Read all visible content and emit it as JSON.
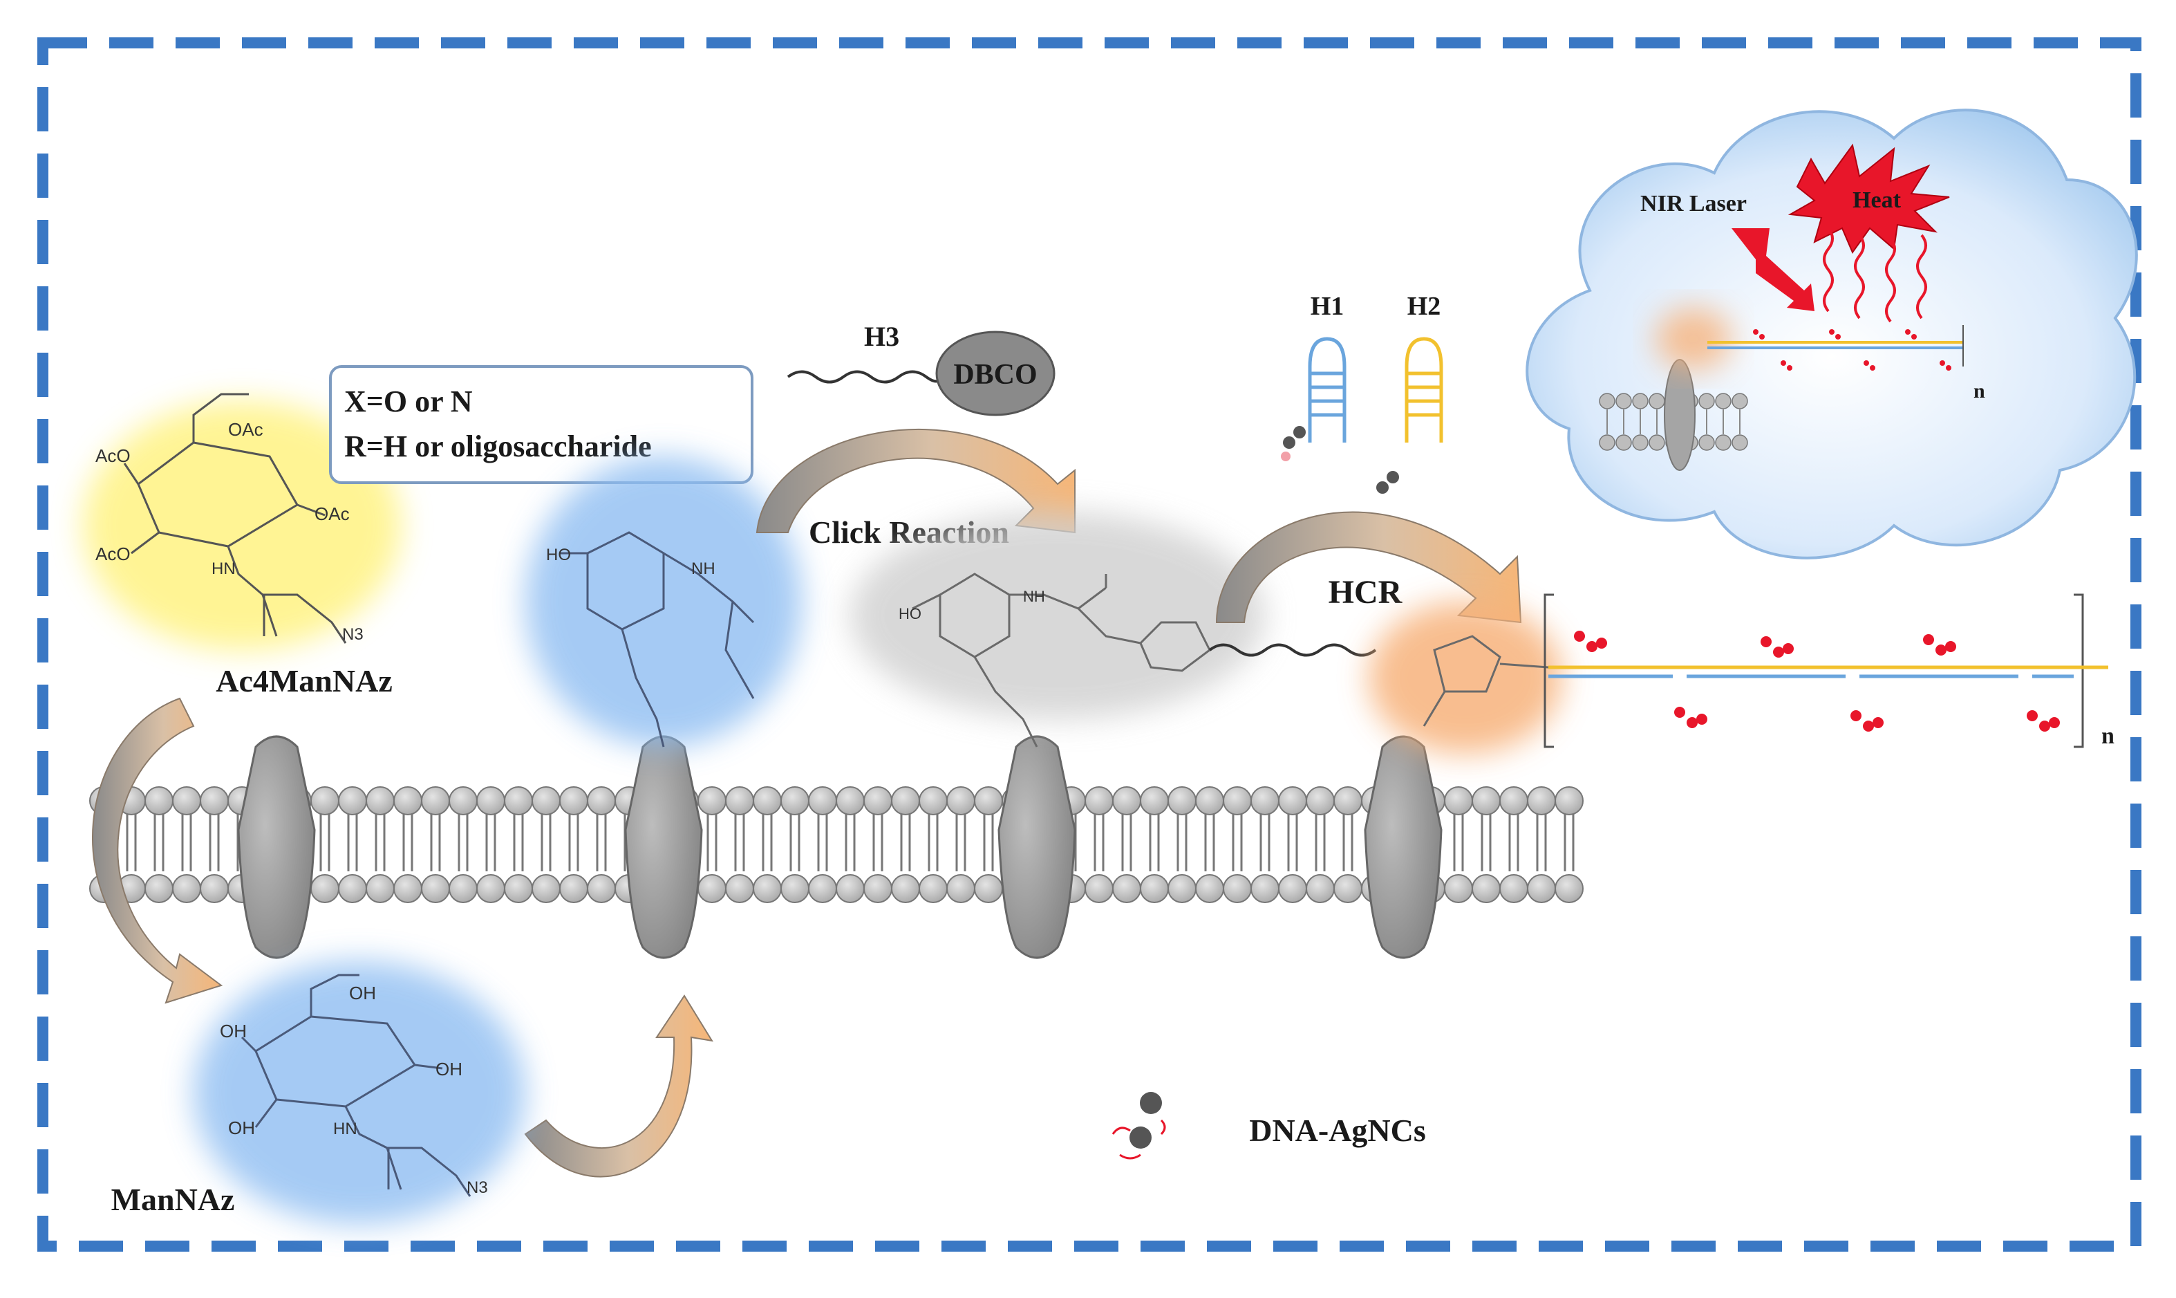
{
  "labels": {
    "condition_line1": "X=O or N",
    "condition_line2": "R=H or oligosaccharide",
    "h3": "H3",
    "dbco": "DBCO",
    "click_reaction": "Click Reaction",
    "hcr": "HCR",
    "h1": "H1",
    "h2": "H2",
    "nir_laser": "NIR Laser",
    "heat": "Heat",
    "n_inset": "n",
    "n_main": "n",
    "ac4mannaz": "Ac4ManNAz",
    "mannaz": "ManNAz",
    "dna_agncs": "DNA-AgNCs"
  },
  "chem_labels": {
    "oac_top": "OAc",
    "aco_left": "AcO",
    "oac_right": "OAc",
    "aco_bottom": "AcO",
    "hn_ac": "HN",
    "n3_ac": "N3",
    "ho_blue": "HO",
    "nh_blue": "NH",
    "ho_gray": "HO",
    "nh_gray": "NH",
    "oh_top": "OH",
    "oh_left": "OH",
    "oh_right": "OH",
    "oh_bottom": "OH",
    "hn_man": "HN",
    "n3_man": "N3"
  },
  "colors": {
    "border": "#3a78c4",
    "lipid": "#c2c2c2",
    "protein": "#9e9e9e",
    "yellow_glow": "#fff27a",
    "blue_glow": "#8fbef2",
    "orange_glow": "#f7b27c",
    "gray_glow": "#cfcfcf",
    "strand_yellow": "#f2c12e",
    "strand_blue": "#6aa5dd",
    "agnc_red": "#e8162a",
    "arrow_orange": "#f0b070",
    "cloud_blue": "#a9cdf0"
  }
}
